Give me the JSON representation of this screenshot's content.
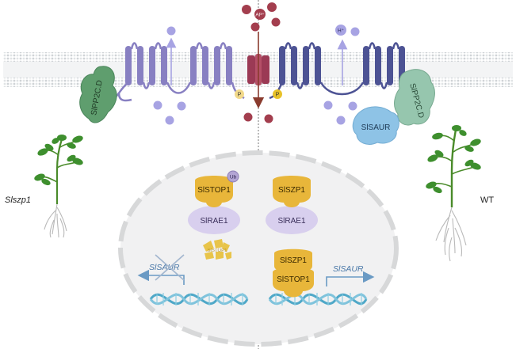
{
  "ions": {
    "aluminum": "Al³⁺",
    "proton": "H⁺"
  },
  "phosphate": "P",
  "membrane": {
    "left_phosphatase": "SlPP2C.D",
    "right_phosphatase": "SlPP2C.D",
    "right_regulator": "SlSAUR"
  },
  "plants": {
    "left_label": "Slszp1",
    "right_label": "WT"
  },
  "nucleus_left": {
    "ubiquitin": "Ub",
    "top_protein": "SlSTOP1",
    "bottom_protein": "SlRAE1",
    "degraded": "SlSTOP1",
    "gene": "SlSAUR"
  },
  "nucleus_right": {
    "top_protein": "SlSZP1",
    "bottom_protein": "SlRAE1",
    "complex_top": "SlSZP1",
    "complex_bottom": "SlSTOP1",
    "gene": "SlSAUR"
  },
  "colors": {
    "left_pump": "#8880c2",
    "right_pump": "#4d5394",
    "pp2c": "#5f9e6e",
    "pp2c_right": "#96c6ae",
    "saur": "#8ec3e6",
    "channel": "#9b3a55",
    "ion_purple": "#a7a3e3",
    "ion_red": "#a33e4e",
    "stop1": "#e8b63a",
    "rae1": "#d8cfee",
    "dna": "#4fa8c8",
    "arrow": "#6a9ac4"
  },
  "icons": [
    "pump-transmembrane-icon",
    "channel-icon",
    "plant-icon",
    "dna-icon",
    "ubiquitin-icon",
    "blocked-transcription-icon"
  ]
}
